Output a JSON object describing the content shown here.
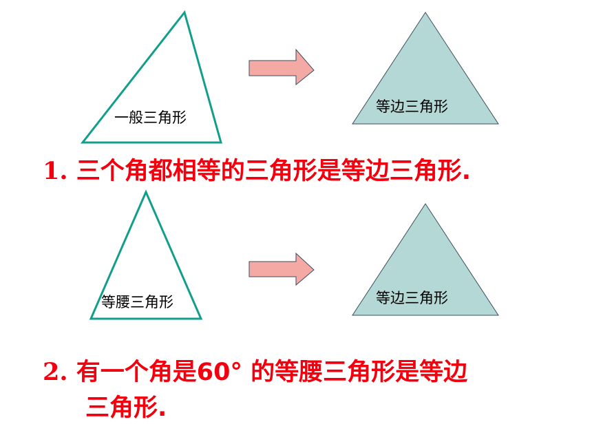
{
  "colors": {
    "triangle_outline": "#119e8a",
    "equilateral_fill": "#b4d8d5",
    "arrow_fill": "#f4a9a5",
    "arrow_stroke": "#3a4d5e",
    "rule_text": "#f2000e"
  },
  "row1": {
    "left_label": "一般三角形",
    "right_label": "等边三角形"
  },
  "row2": {
    "left_label": "等腰三角形",
    "right_label": "等边三角形"
  },
  "rule1": {
    "number": "1.",
    "text": "三个角都相等的三角形是等边三角形."
  },
  "rule2": {
    "number": "2.",
    "text_before": "有一个角是",
    "angle": "60°",
    "text_after": "的等腰三角形是等边",
    "continuation": "三角形."
  }
}
